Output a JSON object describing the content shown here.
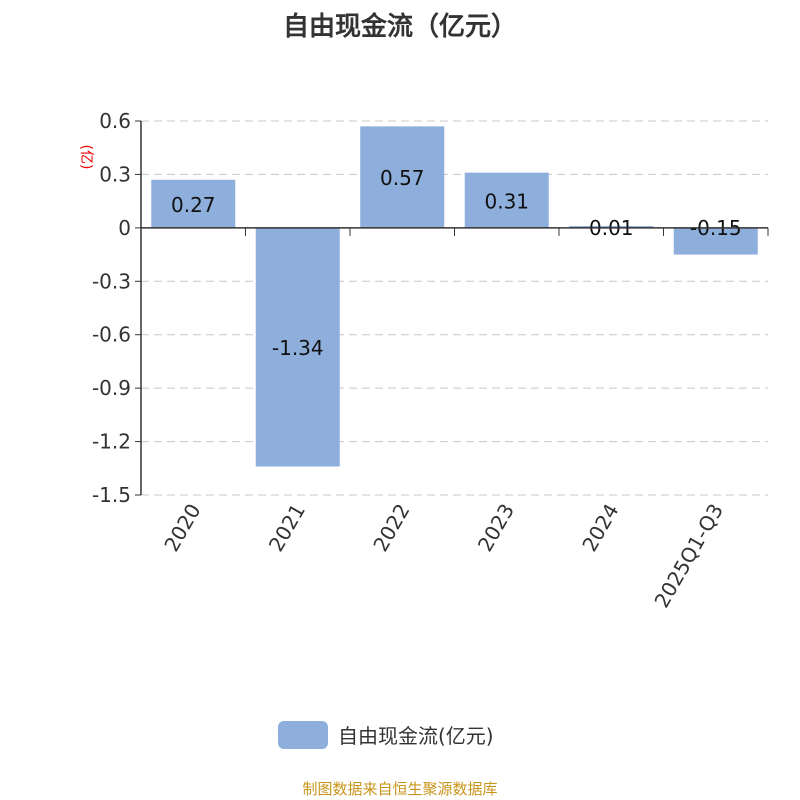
{
  "chart_data": {
    "type": "bar",
    "title": "自由现金流（亿元）",
    "ylabel": "(亿)",
    "xlabel": "",
    "categories": [
      "2020",
      "2021",
      "2022",
      "2023",
      "2024",
      "2025Q1-Q3"
    ],
    "series": [
      {
        "name": "自由现金流(亿元)",
        "values": [
          0.27,
          -1.34,
          0.57,
          0.31,
          0.01,
          -0.15
        ]
      }
    ],
    "value_labels": [
      "0.27",
      "-1.34",
      "0.57",
      "0.31",
      "0.01",
      "-0.15"
    ],
    "ylim": [
      -1.5,
      0.6
    ],
    "yticks": [
      0.6,
      0.3,
      0,
      -0.3,
      -0.6,
      -0.9,
      -1.2,
      -1.5
    ],
    "ytick_labels": [
      "0.6",
      "0.3",
      "0",
      "-0.3",
      "-0.6",
      "-0.9",
      "-1.2",
      "-1.5"
    ],
    "grid": true,
    "legend_position": "bottom",
    "bar_color": "#8eaedc"
  },
  "legend_label": "自由现金流(亿元)",
  "footer": "制图数据来自恒生聚源数据库"
}
